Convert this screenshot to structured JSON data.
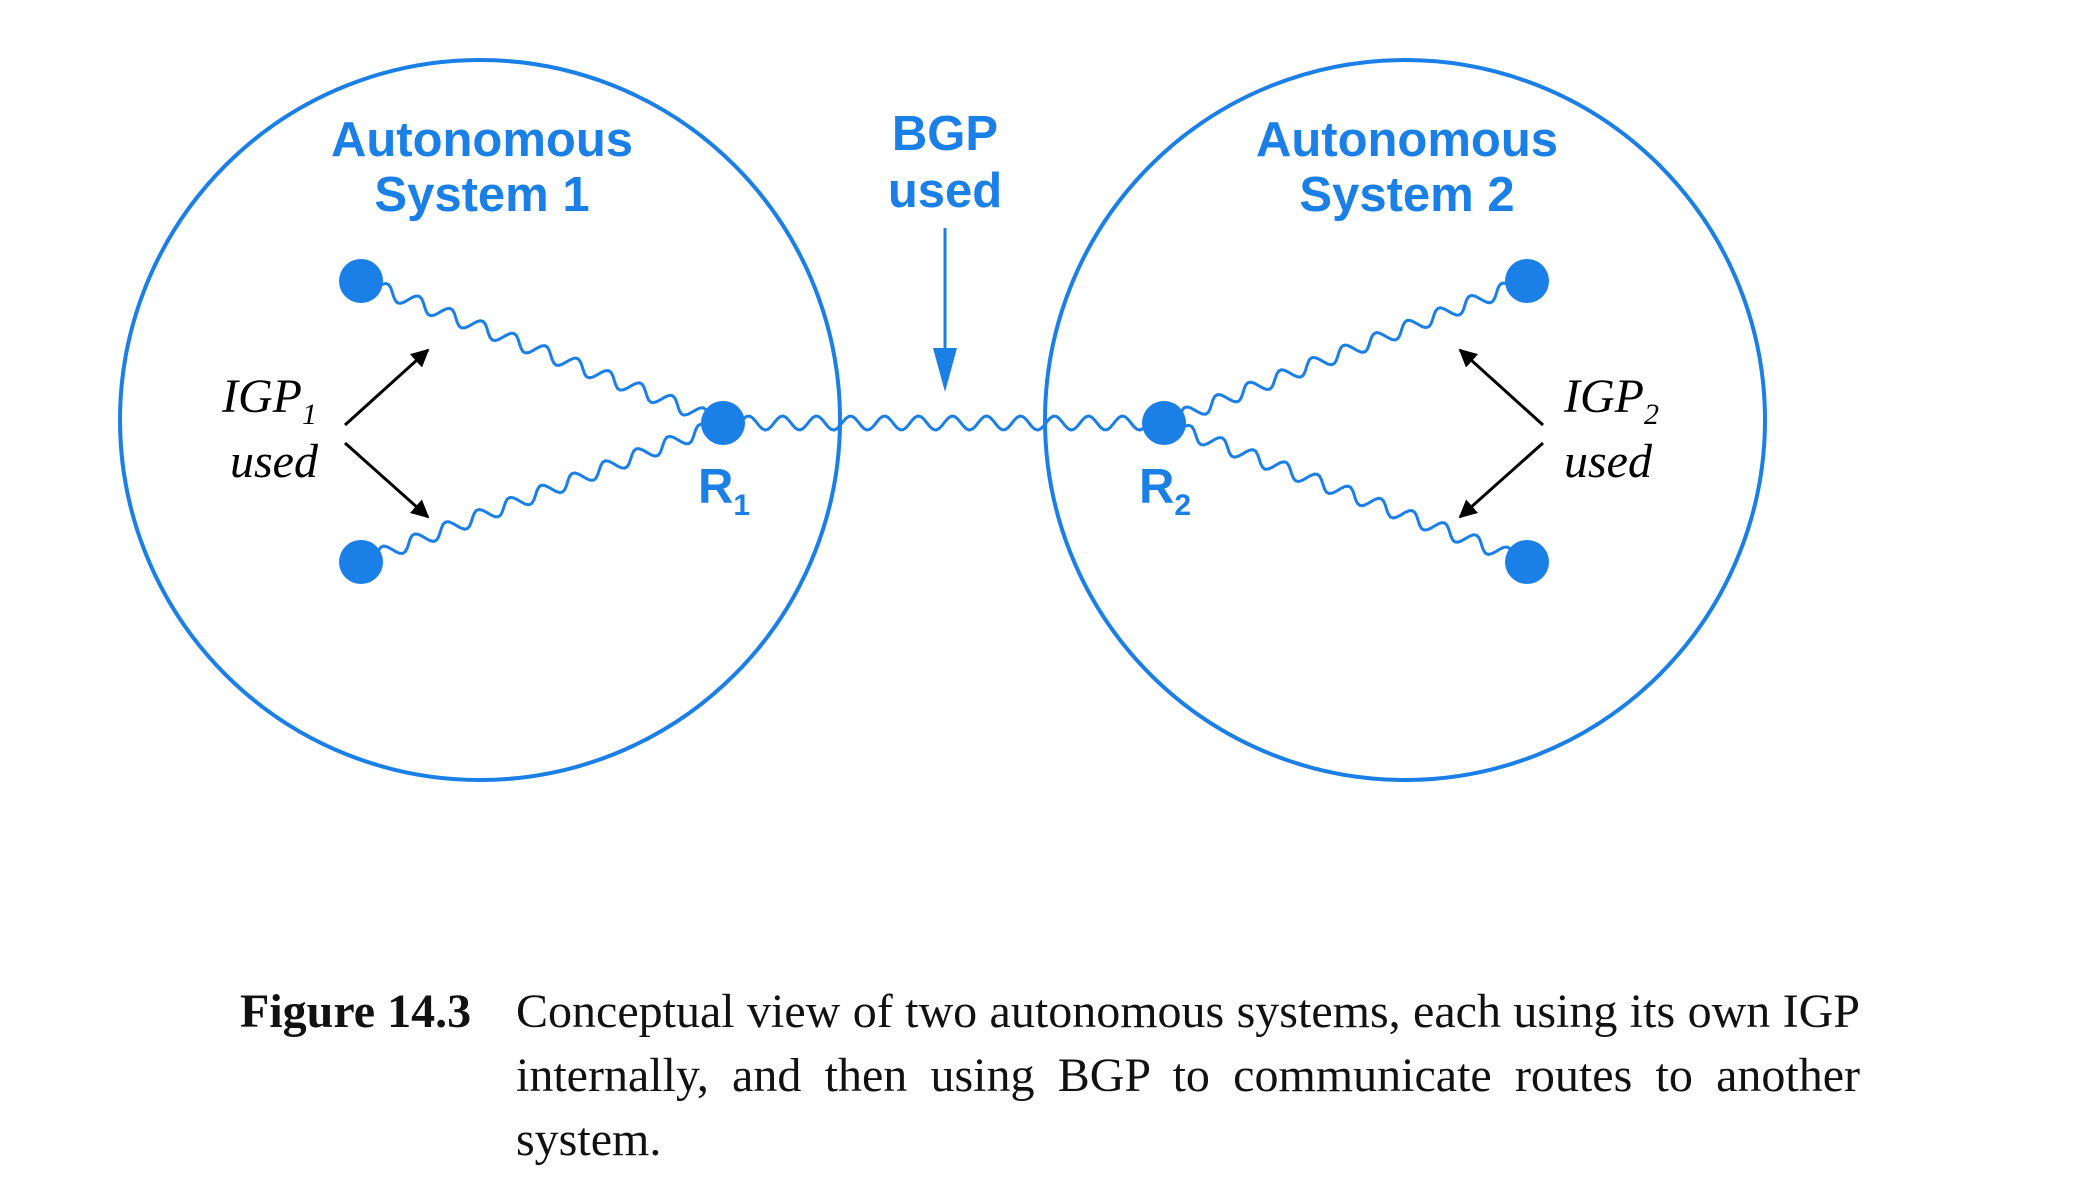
{
  "as1": {
    "line1": "Autonomous",
    "line2": "System 1"
  },
  "as2": {
    "line1": "Autonomous",
    "line2": "System 2"
  },
  "bgp": {
    "line1": "BGP",
    "line2": "used"
  },
  "r1": {
    "main": "R",
    "sub": "1"
  },
  "r2": {
    "main": "R",
    "sub": "2"
  },
  "igp1": {
    "main": "IGP",
    "sub": "1",
    "line2": "used"
  },
  "igp2": {
    "main": "IGP",
    "sub": "2",
    "line2": "used"
  },
  "caption": {
    "number": "Figure 14.3",
    "text": "Conceptual view of two autonomous systems, each using its own IGP internally, and then using BGP to communicate routes to another system."
  },
  "colors": {
    "accent": "#1a7fe6",
    "arrow": "#000000"
  }
}
